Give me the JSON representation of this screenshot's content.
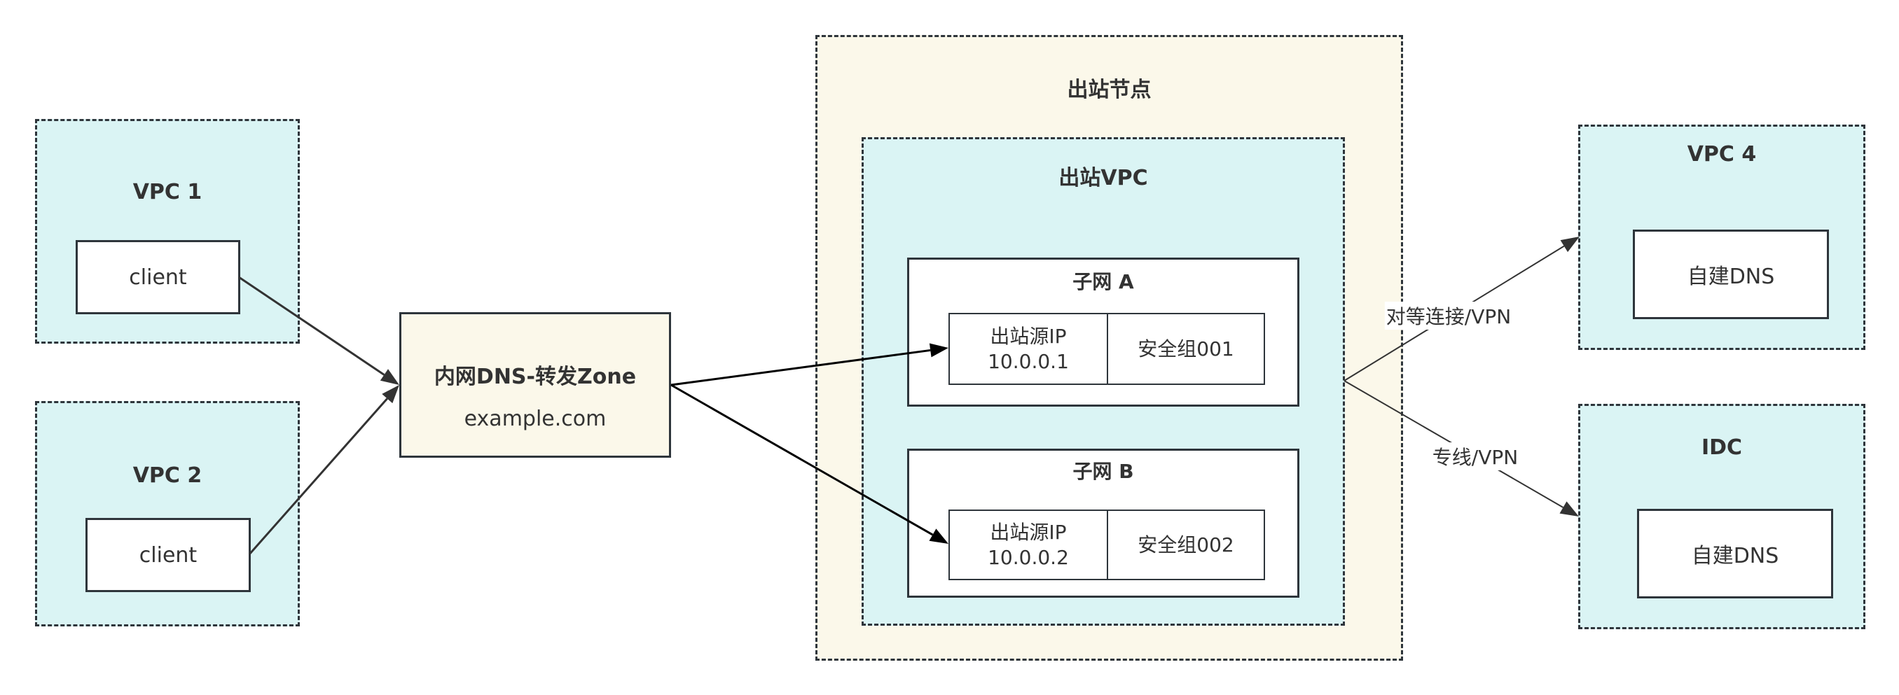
{
  "left": {
    "vpc1": {
      "title": "VPC 1",
      "client": "client"
    },
    "vpc2": {
      "title": "VPC 2",
      "client": "client"
    }
  },
  "dns_zone": {
    "title": "内网DNS-转发Zone",
    "domain": "example.com"
  },
  "egress_node": {
    "title": "出站节点",
    "vpc": {
      "title": "出站VPC",
      "subnets": [
        {
          "title": "子网 A",
          "ip_label": "出站源IP",
          "ip": "10.0.0.1",
          "security_group": "安全组001"
        },
        {
          "title": "子网 B",
          "ip_label": "出站源IP",
          "ip": "10.0.0.2",
          "security_group": "安全组002"
        }
      ]
    }
  },
  "right": {
    "vpc4": {
      "title": "VPC 4",
      "dns": "自建DNS"
    },
    "idc": {
      "title": "IDC",
      "dns": "自建DNS"
    }
  },
  "edges": {
    "peering_label": "对等连接/VPN",
    "direct_label": "专线/VPN"
  },
  "colors": {
    "vpc_fill": "#daf4f4",
    "node_fill": "#fbf8ea",
    "stroke": "#2e353b"
  }
}
